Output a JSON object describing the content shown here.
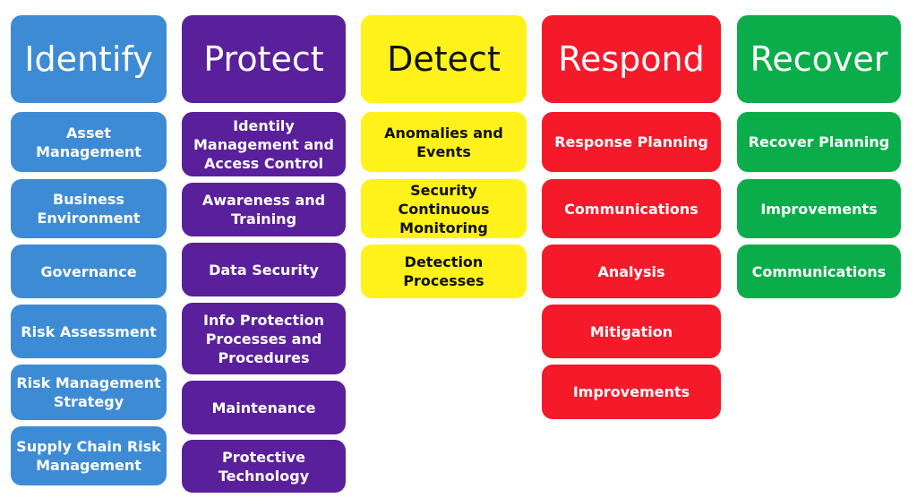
{
  "columns": [
    {
      "title": "Identify",
      "color": "#3d8bd4",
      "text_color": "light",
      "items": [
        "Asset Management",
        "Business\nEnvironment",
        "Governance",
        "Risk Assessment",
        "Risk Management\nStrategy",
        "Supply Chain Risk\nManagement"
      ]
    },
    {
      "title": "Protect",
      "color": "#5a1f9a",
      "text_color": "light",
      "items": [
        "Identily\nManagement and\nAccess Control",
        "Awareness and\nTraining",
        "Data Security",
        "Info Protection\nProcesses and\nProcedures",
        "Maintenance",
        "Protective\nTechnology"
      ]
    },
    {
      "title": "Detect",
      "color": "#fff21a",
      "text_color": "dark",
      "items": [
        "Anomalies  and\nEvents",
        "Security Continuous\nMonitoring",
        "Detection Processes"
      ]
    },
    {
      "title": "Respond",
      "color": "#f41a2a",
      "text_color": "light",
      "items": [
        "Response Planning",
        "Communications",
        "Analysis",
        "Mitigation",
        "Improvements"
      ]
    },
    {
      "title": "Recover",
      "color": "#0aad4a",
      "text_color": "light",
      "items": [
        "Recover Planning",
        "Improvements",
        "Communications"
      ]
    }
  ]
}
